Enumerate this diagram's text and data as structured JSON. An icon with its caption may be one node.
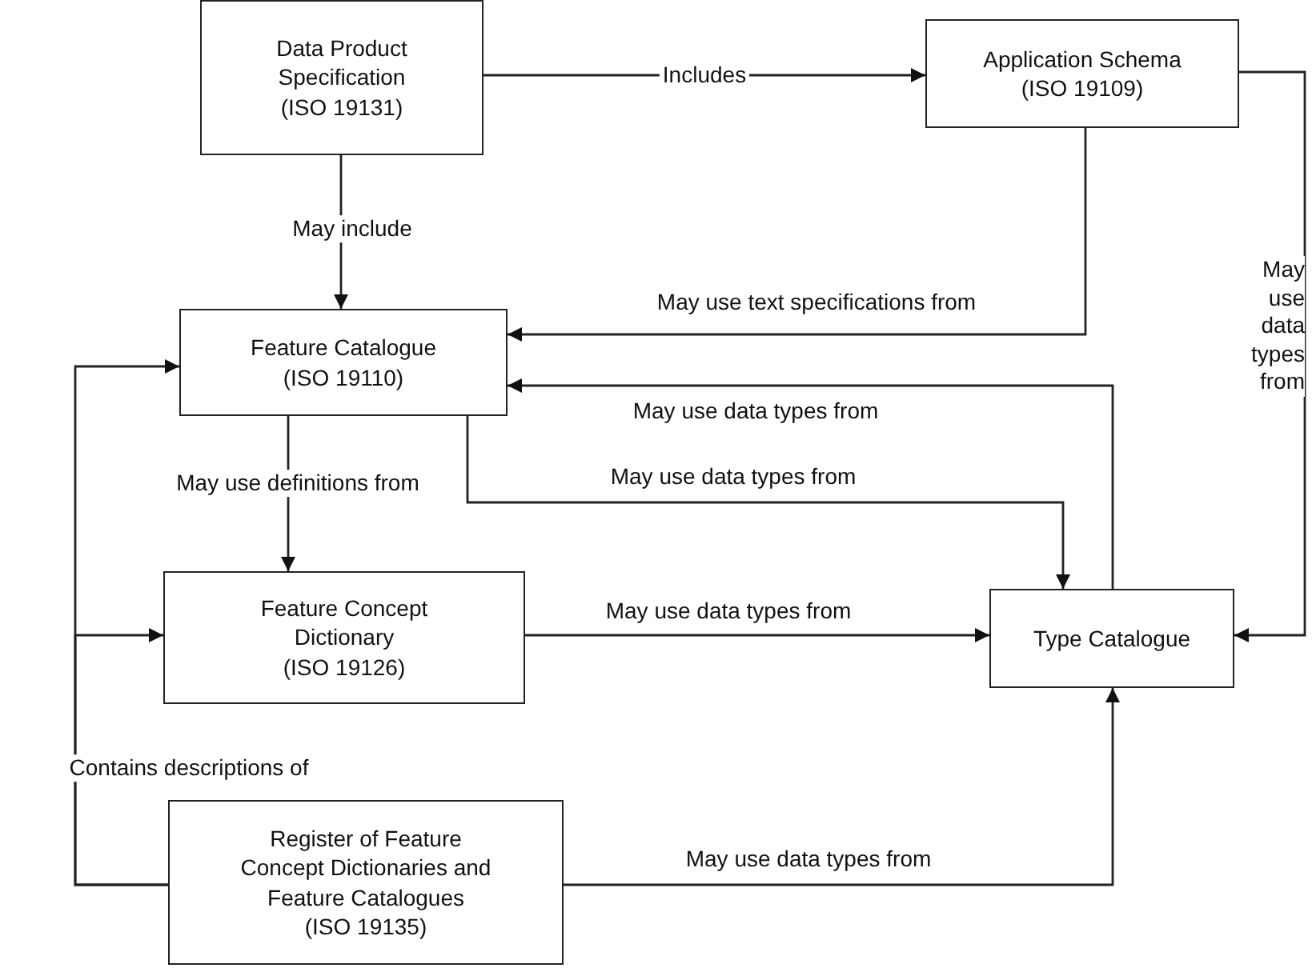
{
  "diagram": {
    "nodes": [
      {
        "text": [
          "Data Product Specification",
          "(ISO 19131)"
        ]
      },
      {
        "text": [
          "Application Schema",
          "(ISO 19109)"
        ]
      },
      {
        "text": [
          "Feature Catalogue",
          "(ISO 19110)"
        ]
      },
      {
        "text": [
          "Feature Concept Dictionary",
          "(ISO 19126)"
        ]
      },
      {
        "text": [
          "Type Catalogue"
        ]
      },
      {
        "text": [
          "Register of Feature Concept Dictionaries and Feature Catalogues",
          "(ISO 19135)"
        ]
      }
    ],
    "edges": [
      {
        "from": 0,
        "to": 1,
        "arrow": "to",
        "label": "Includes"
      },
      {
        "from": 0,
        "to": 2,
        "arrow": "to",
        "label": "May include"
      },
      {
        "from": 1,
        "to": 2,
        "arrow": "to",
        "label": "May use text specifications from"
      },
      {
        "from": 1,
        "to": 4,
        "arrow": "to",
        "label": "May use data types from"
      },
      {
        "from": 2,
        "to": 3,
        "arrow": "to",
        "label": "May use definitions from"
      },
      {
        "from": 2,
        "to": 4,
        "arrow": "to",
        "label": "May use data types from"
      },
      {
        "from": 4,
        "to": 2,
        "arrow": "to",
        "label": "May use data types from"
      },
      {
        "from": 3,
        "to": 4,
        "arrow": "to",
        "label": "May use data types from"
      },
      {
        "from": 5,
        "to": 4,
        "arrow": "to",
        "label": "May use data types from"
      },
      {
        "from": 5,
        "to": 2,
        "arrow": "to",
        "label": "Contains descriptions of"
      },
      {
        "from": 5,
        "to": 3,
        "arrow": "to"
      }
    ]
  }
}
